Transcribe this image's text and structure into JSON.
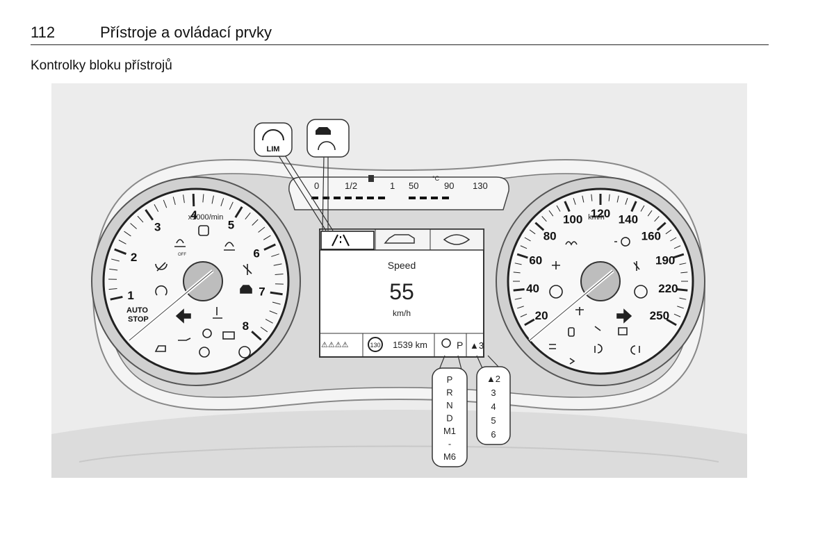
{
  "header": {
    "page_number": "112",
    "chapter": "Přístroje a ovládací prvky"
  },
  "section_title": "Kontrolky bloku přístrojů",
  "figure": {
    "tachometer": {
      "unit": "x1000/min",
      "scale": [
        "1",
        "2",
        "3",
        "4",
        "5",
        "6",
        "7",
        "8"
      ],
      "auto_stop": [
        "AUTO",
        "STOP"
      ],
      "icons": [
        "esp-off-icon",
        "service-icon",
        "esp-icon",
        "stop-start-icon",
        "seatbelt-icon",
        "cruise-icon",
        "car-icon",
        "turn-left-icon",
        "coolant-icon",
        "engine-icon",
        "oil-icon",
        "preheat-icon",
        "battery-icon",
        "tyre-pressure-icon",
        "brake-icon"
      ]
    },
    "speedometer": {
      "unit": "km/h",
      "scale": [
        "20",
        "40",
        "60",
        "80",
        "100",
        "120",
        "140",
        "160",
        "190",
        "220",
        "250"
      ],
      "icons": [
        "preheat-icon",
        "headlight-icon",
        "lane-icon",
        "seatbelt-icon",
        "abs-icon",
        "brake-icon",
        "airbag-icon",
        "turn-right-icon",
        "fuel-filter-icon",
        "door-icon",
        "high-beam-icon",
        "front-fog-icon",
        "rear-fog-icon",
        "position-light-icon",
        "pedestrian-icon"
      ]
    },
    "top_gauges": {
      "fuel_scale": [
        "0",
        "1/2",
        "1"
      ],
      "temp_unit": "°C",
      "temp_scale": [
        "50",
        "90",
        "130"
      ]
    },
    "display": {
      "tabs": [
        "lane-departure",
        "car",
        "eco"
      ],
      "title": "Speed",
      "value": "55",
      "unit": "km/h",
      "odometer": "1539 km",
      "speed_limit": "130",
      "gear": "P",
      "recommended_gear": "▲3"
    },
    "callouts": {
      "lim_label": "LIM",
      "gear_list": [
        "P",
        "R",
        "N",
        "D",
        "M1",
        "-",
        "M6"
      ],
      "shift_list": [
        "▲2",
        "3",
        "4",
        "5",
        "6"
      ]
    }
  }
}
